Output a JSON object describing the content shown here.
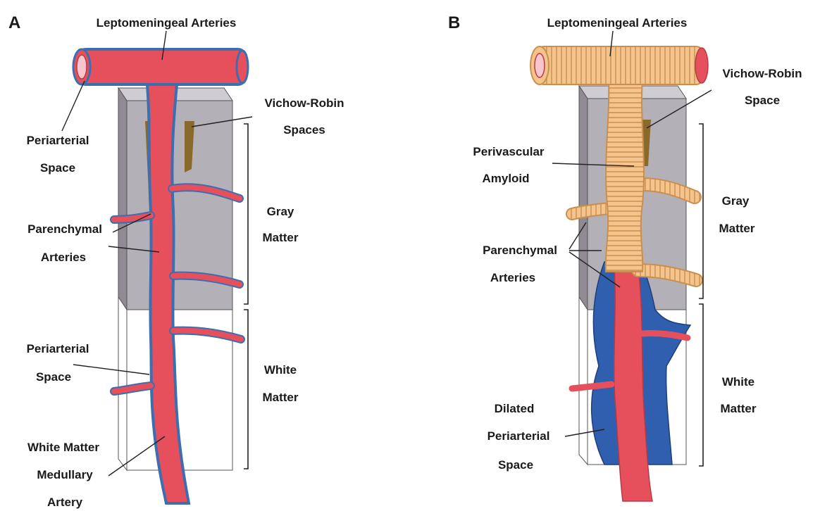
{
  "panel_a": {
    "letter": "A",
    "title": "Leptomeningeal Arteries",
    "labels": {
      "vr_1": "Vichow-Robin",
      "vr_2": "Spaces",
      "peri_top_1": "Periarterial",
      "peri_top_2": "Space",
      "gray_1": "Gray",
      "gray_2": "Matter",
      "paren_1": "Parenchymal",
      "paren_2": "Arteries",
      "peri_bot_1": "Periarterial",
      "peri_bot_2": "Space",
      "white_1": "White",
      "white_2": "Matter",
      "wmma_1": "White Matter",
      "wmma_2": "Medullary",
      "wmma_3": "Artery"
    }
  },
  "panel_b": {
    "letter": "B",
    "title": "Leptomeningeal Arteries",
    "labels": {
      "vr_1": "Vichow-Robin",
      "vr_2": "Space",
      "amyloid_1": "Perivascular",
      "amyloid_2": "Amyloid",
      "gray_1": "Gray",
      "gray_2": "Matter",
      "paren_1": "Parenchymal",
      "paren_2": "Arteries",
      "white_1": "White",
      "white_2": "Matter",
      "dilated_1": "Dilated",
      "dilated_2": "Periarterial",
      "dilated_3": "Space"
    }
  },
  "colors": {
    "artery": "#e6505c",
    "artery_inner": "#f7c6cc",
    "periarterial": "#3b6fb0",
    "gray_matter": "#b4b0b8",
    "gray_matter_dark": "#8f8a93",
    "white_matter": "#ffffff",
    "vr_space": "#8a6a2a",
    "amyloid": "#f4c48c",
    "amyloid_ring": "#c98f4f",
    "dilated_space": "#2f5fae"
  }
}
